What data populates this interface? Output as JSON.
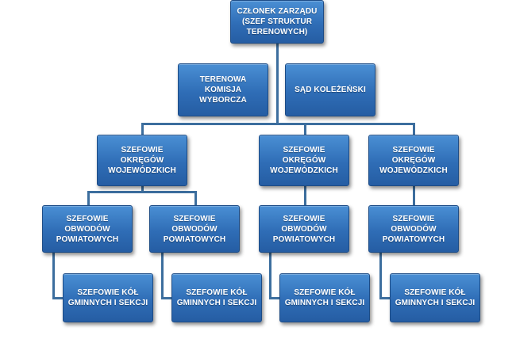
{
  "org_chart": {
    "top": "CZŁONEK ZARZĄDU\n(SZEF STRUKTUR\nTERENOWYCH)",
    "commission": "TERENOWA\nKOMISJA\nWYBORCZA",
    "court": "SĄD KOLEŻEŃSKI",
    "voivodeship": [
      "SZEFOWIE\nOKRĘGÓW\nWOJEWÓDZKICH",
      "SZEFOWIE\nOKRĘGÓW\nWOJEWÓDZKICH",
      "SZEFOWIE\nOKRĘGÓW\nWOJEWÓDZKICH"
    ],
    "district": [
      "SZEFOWIE\nOBWODÓW\nPOWIATOWYCH",
      "SZEFOWIE\nOBWODÓW\nPOWIATOWYCH",
      "SZEFOWIE\nOBWODÓW\nPOWIATOWYCH",
      "SZEFOWIE\nOBWODÓW\nPOWIATOWYCH"
    ],
    "municipal": [
      "SZEFOWIE KÓŁ\nGMINNYCH I SEKCJI",
      "SZEFOWIE KÓŁ\nGMINNYCH I SEKCJI",
      "SZEFOWIE KÓŁ\nGMINNYCH I SEKCJI",
      "SZEFOWIE KÓŁ\nGMINNYCH I SEKCJI"
    ]
  }
}
